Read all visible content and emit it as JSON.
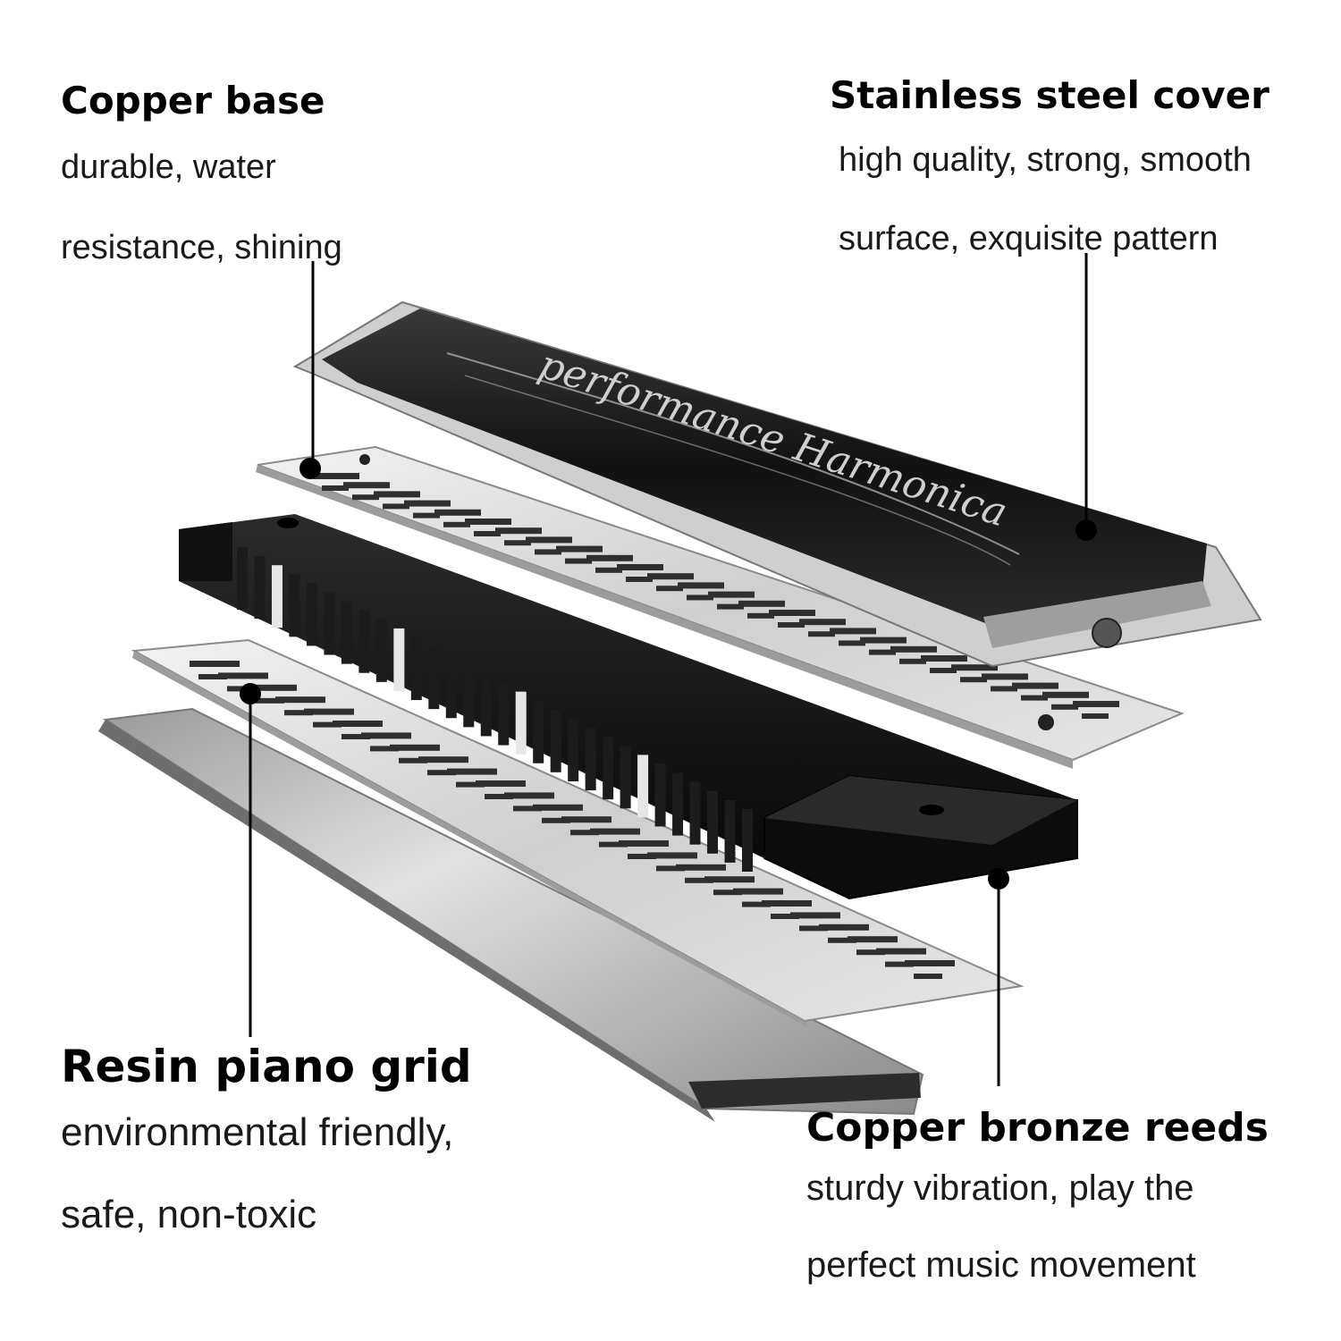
{
  "callouts": {
    "copper_base": {
      "title": "Copper base",
      "lines": [
        "durable, water",
        "resistance, shining"
      ]
    },
    "steel_cover": {
      "title": "Stainless steel cover",
      "lines": [
        "high quality, strong, smooth",
        "surface, exquisite pattern"
      ]
    },
    "resin_grid": {
      "title": "Resin piano grid",
      "lines": [
        "environmental friendly,",
        "safe, non-toxic"
      ]
    },
    "bronze_reeds": {
      "title": "Copper bronze reeds",
      "lines": [
        "sturdy vibration, play the",
        "perfect music movement"
      ]
    }
  },
  "cover_engraving": "performance Harmonica",
  "colors": {
    "leader": "#000000",
    "comb": "#151515",
    "cover": "#1e1e1e",
    "reed_plate": "#d8d8d8",
    "lower_cover": "#c4c4c4"
  },
  "icons": [
    "leader-dot"
  ]
}
